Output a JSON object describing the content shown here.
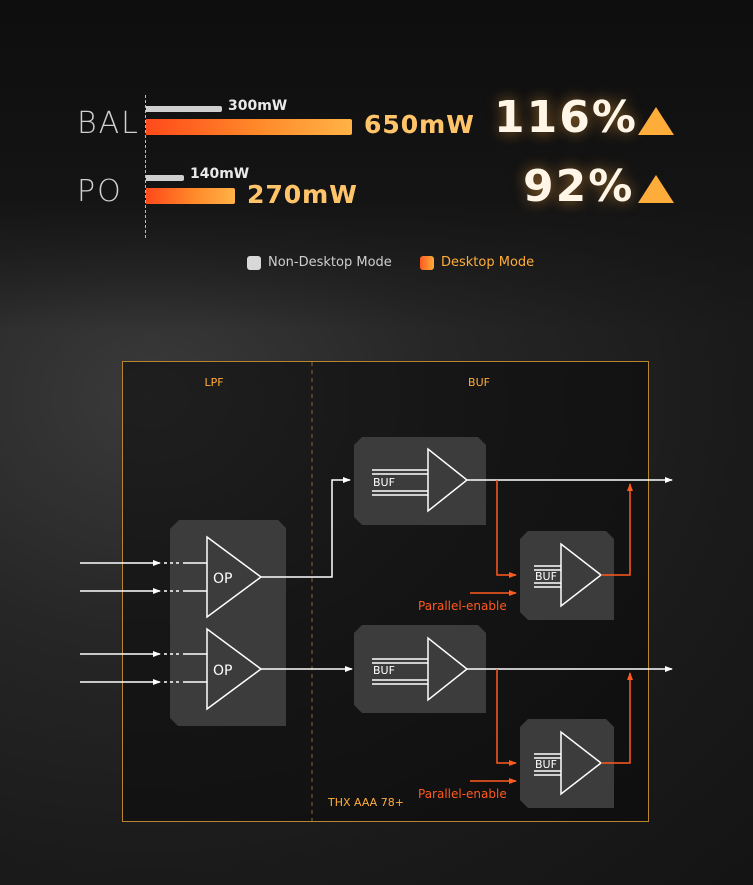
{
  "chart": {
    "rows": [
      {
        "label": "BAL",
        "grey_value": "300mW",
        "orange_value": "650mW",
        "percent": "116%"
      },
      {
        "label": "PO",
        "grey_value": "140mW",
        "orange_value": "270mW",
        "percent": "92%"
      }
    ],
    "legend": {
      "grey": "Non-Desktop Mode",
      "orange": "Desktop Mode"
    }
  },
  "diagram": {
    "section_lpf": "LPF",
    "section_buf": "BUF",
    "op_label": "OP",
    "buf_label": "BUF",
    "parallel_enable": "Parallel-enable",
    "chip_name": "THX AAA 78+"
  },
  "colors": {
    "accent_orange": "#ff5a1f",
    "accent_gold": "#ffad3a",
    "frame": "#b8862f"
  }
}
